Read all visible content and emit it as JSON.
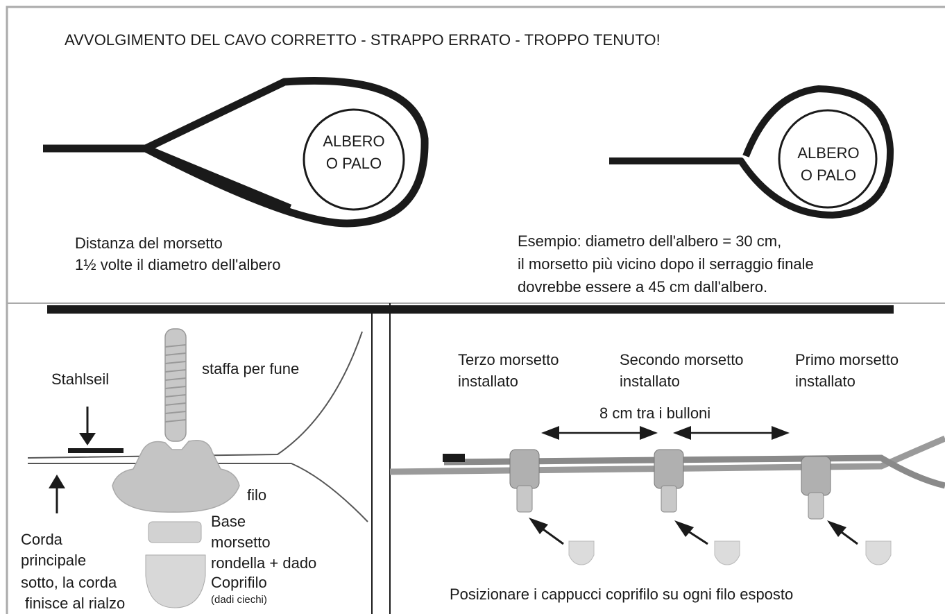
{
  "title": "AVVOLGIMENTO DEL CAVO CORRETTO - STRAPPO ERRATO - TROPPO TENUTO!",
  "top_left": {
    "circle_label_line1": "ALBERO",
    "circle_label_line2": "O PALO",
    "caption_line1": "Distanza del morsetto",
    "caption_line2": "1½ volte il diametro dell'albero"
  },
  "top_right": {
    "circle_label_line1": "ALBERO",
    "circle_label_line2": "O PALO",
    "caption_line1": "Esempio: diametro dell'albero = 30 cm,",
    "caption_line2": "il morsetto più vicino dopo il serraggio finale",
    "caption_line3": "dovrebbe essere a 45 cm dall'albero."
  },
  "bottom_left": {
    "stahlseil": "Stahlseil",
    "staffa": "staffa per fune",
    "filo": "filo",
    "base_line1": "Base",
    "base_line2": "morsetto",
    "rondella": "rondella + dado",
    "coprifilo": "Coprifilo",
    "dadi": "(dadi ciechi)",
    "corda_line1": "Corda",
    "corda_line2": "principale",
    "corda_line3": "sotto, la corda",
    "corda_line4": "finisce al rialzo"
  },
  "bottom_right": {
    "terzo_line1": "Terzo morsetto",
    "terzo_line2": "installato",
    "secondo_line1": "Secondo morsetto",
    "secondo_line2": "installato",
    "primo_line1": "Primo morsetto",
    "primo_line2": "installato",
    "spacing": "8 cm tra i bulloni",
    "caps_caption": "Posizionare i cappucci coprifilo su ogni filo esposto"
  },
  "colors": {
    "ink": "#1a1a1a",
    "clamp": "#b8b8b8",
    "clamp_dark": "#8a8a8a",
    "cable": "#9a9a9a",
    "cap": "#d6d6d6"
  }
}
